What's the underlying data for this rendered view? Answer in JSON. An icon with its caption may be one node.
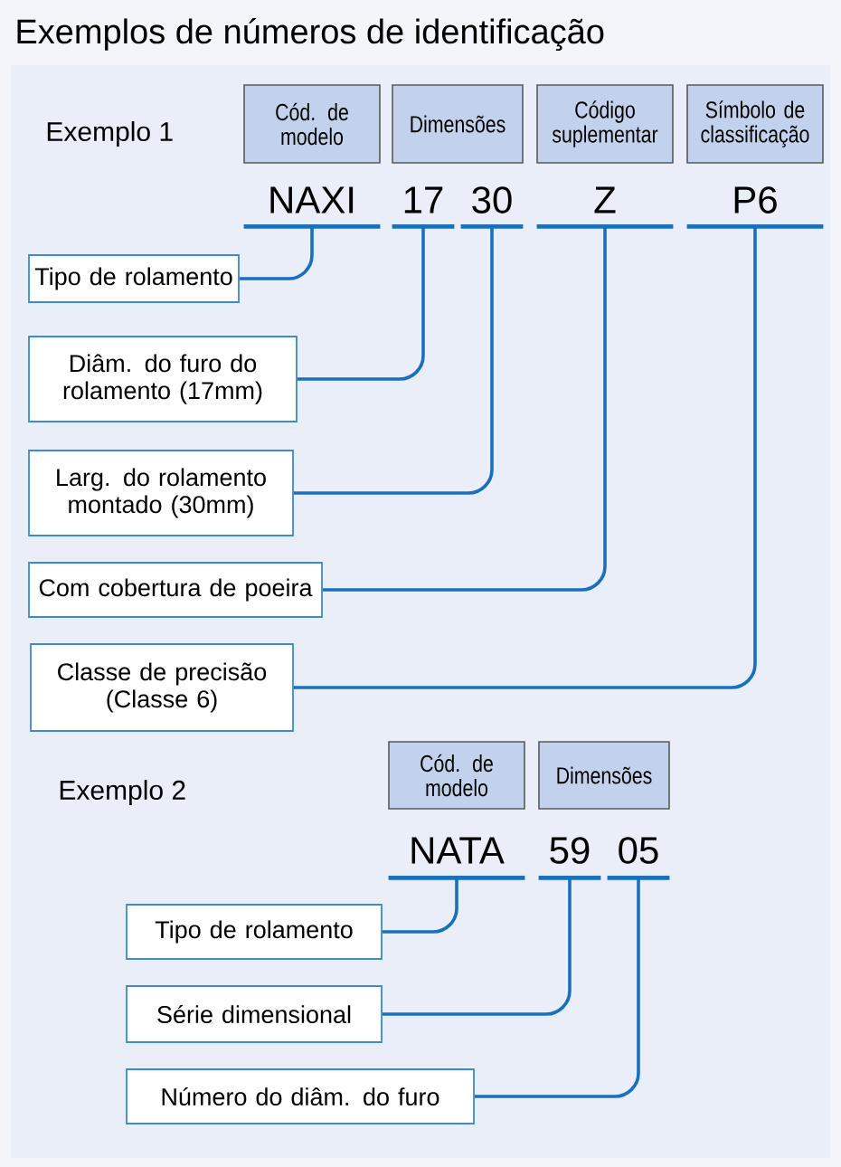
{
  "diagram": {
    "title": "Exemplos de números de identificação",
    "nodes": [
      {
        "text": [
          "Cód. de modelo"
        ]
      },
      {
        "text": [
          "Dimensões"
        ]
      },
      {
        "text": [
          "Código suplementar"
        ]
      },
      {
        "text": [
          "Símbolo de classificação"
        ]
      },
      {
        "text": [
          "NAXI"
        ]
      },
      {
        "text": [
          "17"
        ]
      },
      {
        "text": [
          "30"
        ]
      },
      {
        "text": [
          "Z"
        ]
      },
      {
        "text": [
          "P6"
        ]
      },
      {
        "text": [
          "Tipo de rolamento"
        ]
      },
      {
        "text": [
          "Diâm. do furo do rolamento (17mm)"
        ]
      },
      {
        "text": [
          "Larg. do rolamento montado (30mm)"
        ]
      },
      {
        "text": [
          "Com cobertura de poeira"
        ]
      },
      {
        "text": [
          "Classe de precisão (Classe 6)"
        ]
      },
      {
        "text": [
          "Cód. de modelo"
        ]
      },
      {
        "text": [
          "Dimensões"
        ]
      },
      {
        "text": [
          "NATA"
        ]
      },
      {
        "text": [
          "59"
        ]
      },
      {
        "text": [
          "05"
        ]
      },
      {
        "text": [
          "Tipo de rolamento"
        ]
      },
      {
        "text": [
          "Série dimensional"
        ]
      },
      {
        "text": [
          "Número do diâm. do furo"
        ]
      }
    ],
    "edges": [
      {
        "from": 9,
        "to": 4,
        "arrow": "none"
      },
      {
        "from": 10,
        "to": 5,
        "arrow": "none"
      },
      {
        "from": 11,
        "to": 6,
        "arrow": "none"
      },
      {
        "from": 12,
        "to": 7,
        "arrow": "none"
      },
      {
        "from": 13,
        "to": 8,
        "arrow": "none"
      },
      {
        "from": 19,
        "to": 16,
        "arrow": "none"
      },
      {
        "from": 20,
        "to": 17,
        "arrow": "none"
      },
      {
        "from": 21,
        "to": 18,
        "arrow": "none"
      }
    ],
    "labels": [
      "Exemplo 1",
      "Exemplo 2"
    ]
  }
}
